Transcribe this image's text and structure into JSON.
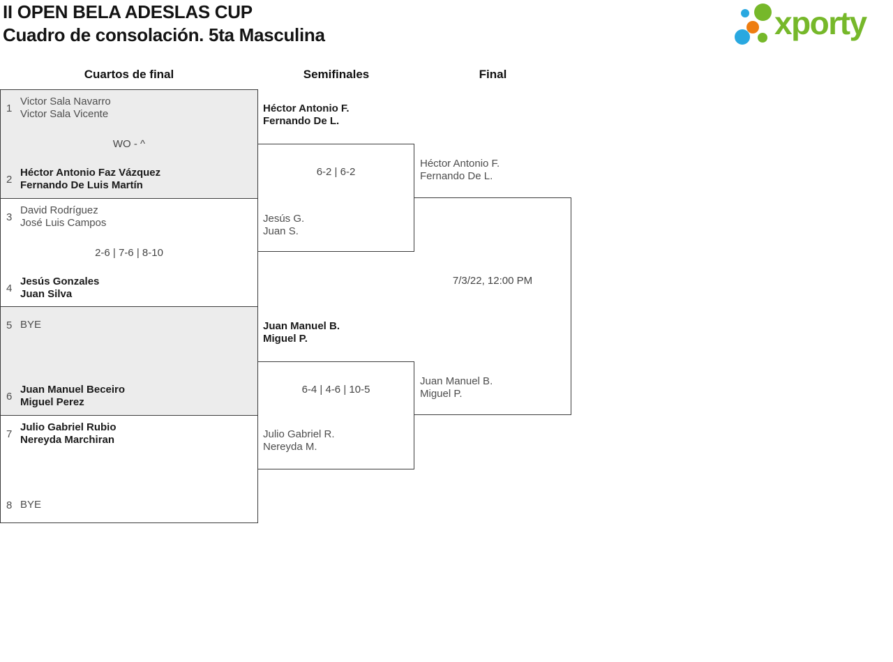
{
  "header": {
    "title_line1": "II OPEN BELA ADESLAS CUP",
    "title_line2": "Cuadro de consolación. 5ta Masculina",
    "logo_text": "xporty"
  },
  "colors": {
    "logo_green": "#76b82a",
    "logo_blue": "#29a8e0",
    "logo_orange": "#ee7d11",
    "block_grey": "#ececec",
    "line": "#3b3b3b"
  },
  "rounds": {
    "quarterfinals": "Cuartos de final",
    "semifinals": "Semifinales",
    "final": "Final"
  },
  "qf": [
    {
      "seed_a": "1",
      "a1": "Victor Sala Navarro",
      "a2": "Victor Sala Vicente",
      "score": "WO - ^",
      "seed_b": "2",
      "b1": "Héctor Antonio Faz Vázquez",
      "b2": "Fernando De Luis Martín"
    },
    {
      "seed_a": "3",
      "a1": "David Rodríguez",
      "a2": "José Luis Campos",
      "score": "2-6 | 7-6 | 8-10",
      "seed_b": "4",
      "b1": "Jesús Gonzales",
      "b2": "Juan Silva"
    },
    {
      "seed_a": "5",
      "a1": "BYE",
      "a2": "",
      "score": "",
      "seed_b": "6",
      "b1": "Juan Manuel Beceiro",
      "b2": "Miguel Perez"
    },
    {
      "seed_a": "7",
      "a1": "Julio Gabriel Rubio",
      "a2": "Nereyda Marchiran",
      "score": "",
      "seed_b": "8",
      "b1": "BYE",
      "b2": ""
    }
  ],
  "sf": [
    {
      "t1a": "Héctor Antonio F.",
      "t1b": "Fernando De L.",
      "score": "6-2 | 6-2",
      "t2a": "Jesús G.",
      "t2b": "Juan S."
    },
    {
      "t1a": "Juan Manuel B.",
      "t1b": "Miguel P.",
      "score": "6-4 | 4-6 | 10-5",
      "t2a": "Julio Gabriel R.",
      "t2b": "Nereyda M."
    }
  ],
  "final_match": {
    "t1a": "Héctor Antonio F.",
    "t1b": "Fernando De L.",
    "schedule": "7/3/22, 12:00 PM",
    "t2a": "Juan Manuel B.",
    "t2b": "Miguel P."
  }
}
